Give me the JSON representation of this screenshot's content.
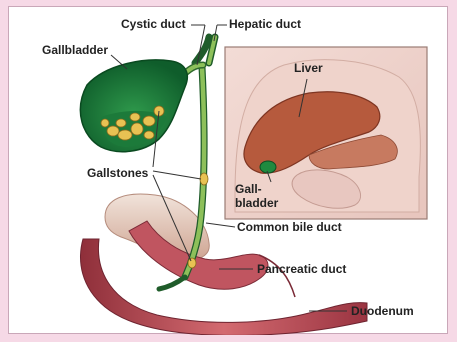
{
  "labels": {
    "cystic_duct": "Cystic duct",
    "hepatic_duct": "Hepatic duct",
    "gallbladder": "Gallbladder",
    "liver": "Liver",
    "gallstones": "Gallstones",
    "gall_line1": "Gall-",
    "gall_line2": "bladder",
    "common_bile_duct": "Common bile duct",
    "pancreatic_duct": "Pancreatic duct",
    "duodenum": "Duodenum"
  },
  "colors": {
    "page_background": "#f6d9e6",
    "gallbladder": "#1f8a3f",
    "duct": "#7fb04a",
    "liver": "#b65a3d",
    "stomach": "#d9b9a8",
    "intestine": "#b2464f",
    "gallstone": "#e8c253"
  }
}
